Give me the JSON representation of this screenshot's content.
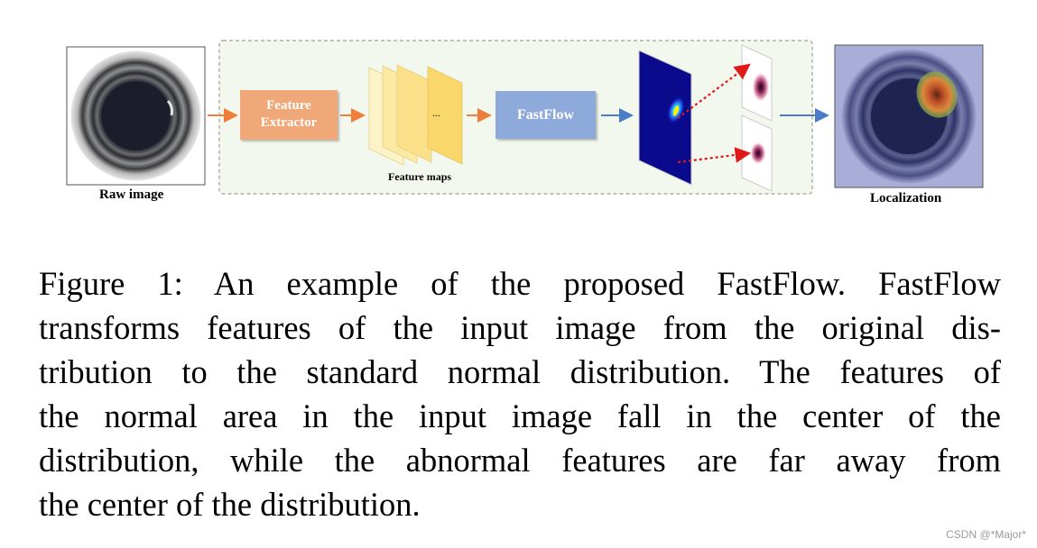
{
  "figure": {
    "raw_image_label": "Raw image",
    "feature_extractor_label": "Feature Extractor",
    "feature_maps_label": "Feature maps",
    "feature_maps_ellipsis": "...",
    "fastflow_label": "FastFlow",
    "localization_label": "Localization",
    "colors": {
      "feature_extractor_box": "#f0a878",
      "fastflow_box": "#8eaadb",
      "feature_map": "#fbe08a",
      "orange_arrow": "#f07d3a",
      "blue_arrow": "#4a7cc7",
      "red_dotted_arrow": "#e01818",
      "dashed_frame_fill": "#f3f8ee"
    }
  },
  "caption": {
    "lines": [
      "Figure 1: An example of the proposed FastFlow. FastFlow",
      "transforms features of the input image from the original dis-",
      "tribution to the standard normal distribution. The features of",
      "the normal area in the input image fall in the center of the",
      "distribution, while the abnormal features are far away from",
      "the center of the distribution."
    ]
  },
  "watermark": "CSDN @*Major*"
}
